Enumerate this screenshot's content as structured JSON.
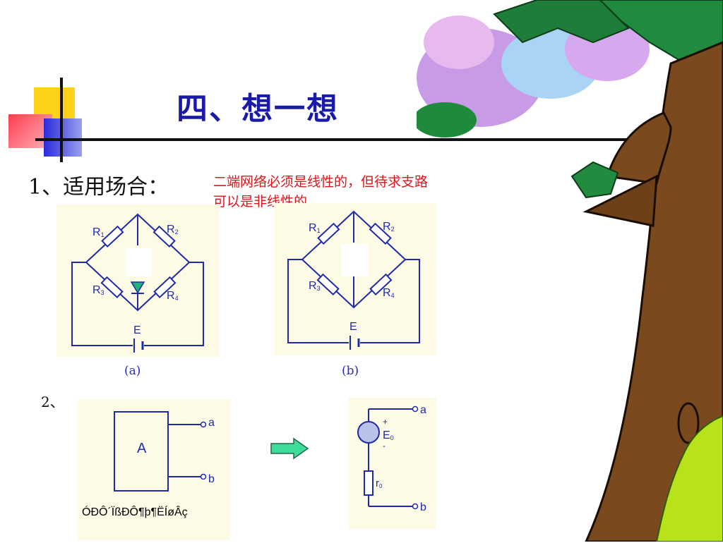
{
  "slide": {
    "title": "四、想一想",
    "section1_label": "1、适用场合：",
    "note_line1": "二端网络必须是线性的，但待求支路",
    "note_line2": "可以是非线性的",
    "section2_label": "2、"
  },
  "figure_a": {
    "caption": "(a)",
    "r1": "R",
    "r1_sub": "1",
    "r2": "R",
    "r2_sub": "2",
    "r3": "R",
    "r3_sub": "3",
    "r4": "R",
    "r4_sub": "4",
    "source": "E"
  },
  "figure_b": {
    "caption": "(b)",
    "r1": "R",
    "r1_sub": "1",
    "r2": "R",
    "r2_sub": "2",
    "r3": "R",
    "r3_sub": "3",
    "r4": "R",
    "r4_sub": "4",
    "source": "E"
  },
  "network": {
    "box_label": "A",
    "terminal_a": "a",
    "terminal_b": "b",
    "garbled_caption": "ÓÐÔ´ÏßÐÔ¶þ¶ËÍøÂç"
  },
  "equivalent": {
    "plus": "+",
    "emf": "E",
    "emf_sub": "0",
    "minus": "-",
    "resistor": "r",
    "resistor_sub": "0",
    "terminal_a": "a",
    "terminal_b": "b"
  },
  "colors": {
    "title": "#1a1aa8",
    "note": "#e0141b",
    "circuit": "#1f2aa8",
    "panel": "#fdfbe6",
    "arrow": "#3ddc9a"
  }
}
